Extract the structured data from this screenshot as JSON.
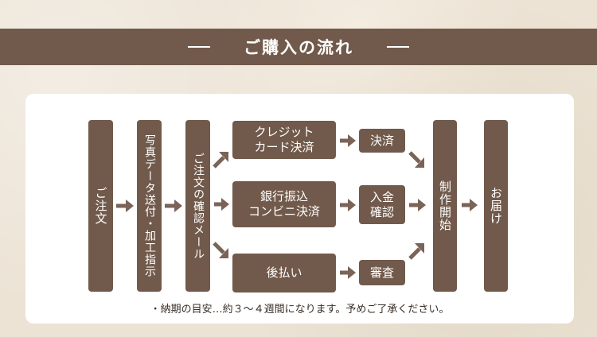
{
  "header": {
    "title": "ご購入の流れ"
  },
  "flow": {
    "step1": "ご注文",
    "step2": "写真データ送付・加工指示",
    "step3": "ご注文の確認メール",
    "credit": "クレジット\nカード決済",
    "settle": "決済",
    "bank": "銀行振込\nコンビニ決済",
    "deposit": "入金\n確認",
    "deferred": "後払い",
    "review": "審査",
    "production": "制作開始",
    "delivery": "お届け"
  },
  "note": "・納期の目安…約３～４週間になります。予めご了承ください。",
  "colors": {
    "box": "#715a4b",
    "arrow": "#7a6357",
    "background": "#ece3d5"
  }
}
